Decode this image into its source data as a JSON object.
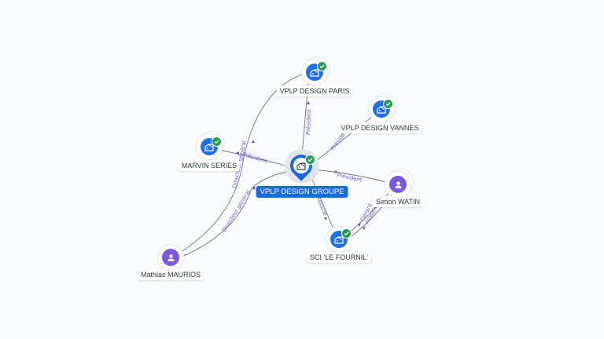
{
  "diagram": {
    "type": "corporate-relationship-graph",
    "colors": {
      "company": "#1f6fe5",
      "person": "#7b57e0",
      "verified": "#2a9a55",
      "edge_label": "#6a5ce0",
      "main_label_bg": "#1a6ae6"
    },
    "nodes": {
      "main": {
        "label": "VPLP DESIGN GROUPE",
        "kind": "company",
        "icon": "building-icon",
        "verified": true
      },
      "paris": {
        "label": "VPLP DESIGN PARIS",
        "kind": "company",
        "icon": "building-icon",
        "verified": true
      },
      "vannes": {
        "label": "VPLP DESIGN VANNES",
        "kind": "company",
        "icon": "building-icon",
        "verified": true
      },
      "marvin": {
        "label": "MARVIN SERIES",
        "kind": "company",
        "icon": "building-icon",
        "verified": true
      },
      "simon": {
        "label": "Simon WATIN",
        "kind": "person",
        "icon": "person-icon",
        "verified": false
      },
      "fournil": {
        "label": "SCI 'LE FOURNIL'",
        "kind": "company",
        "icon": "building-icon",
        "verified": true
      },
      "mathias": {
        "label": "Mathias MAURIOS",
        "kind": "person",
        "icon": "person-icon",
        "verified": false
      }
    },
    "edges": {
      "main_paris": {
        "label": "Président",
        "from": "main",
        "to": "paris"
      },
      "main_vannes": {
        "label": "Président",
        "from": "main",
        "to": "vannes"
      },
      "main_marvin": {
        "label": "Président",
        "from": "main",
        "to": "marvin"
      },
      "simon_main": {
        "label": "Président",
        "from": "simon",
        "to": "main"
      },
      "main_fournil": {
        "label": "Associé",
        "from": "main",
        "to": "fournil"
      },
      "simon_fournil_1": {
        "label": "Gérant",
        "from": "simon",
        "to": "fournil"
      },
      "simon_fournil_2": {
        "label": "Associé",
        "from": "simon",
        "to": "fournil"
      },
      "mathias_paris": {
        "label": "Directeur général",
        "from": "mathias",
        "to": "paris"
      },
      "mathias_main": {
        "label": "Directeur général",
        "from": "mathias",
        "to": "main"
      }
    }
  }
}
